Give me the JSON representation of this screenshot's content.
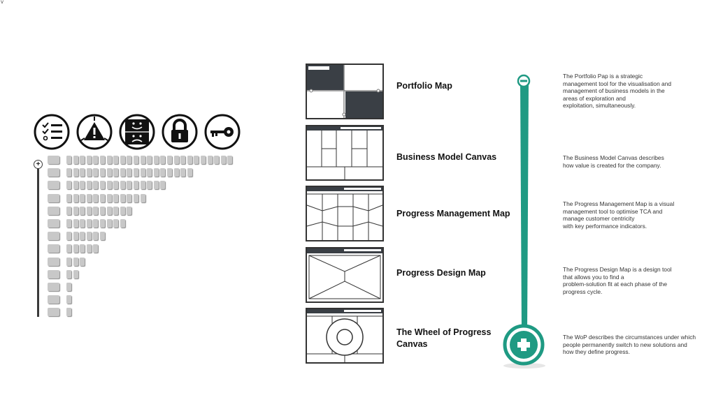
{
  "corner_mark": "v",
  "icons": [
    {
      "name": "checklist-icon"
    },
    {
      "name": "warning-icon"
    },
    {
      "name": "happy-sad-face-icon"
    },
    {
      "name": "lock-icon"
    },
    {
      "name": "key-icon"
    }
  ],
  "grid": {
    "rows": [
      25,
      19,
      15,
      12,
      10,
      9,
      6,
      5,
      3,
      2,
      1,
      1,
      1
    ]
  },
  "tools": [
    {
      "title": "Portfolio Map",
      "description_lines": [
        "The Portfolio Pap is a strategic",
        "management tool for the visualisation and",
        "management of business models in the",
        "areas of exploration and",
        "exploitation, simultaneously."
      ]
    },
    {
      "title": "Business Model Canvas",
      "description_lines": [
        "The Business Model Canvas describes",
        "how value is created for the company."
      ]
    },
    {
      "title": "Progress Management Map",
      "description_lines": [
        "The Progress Management Map is a visual",
        "management tool to optimise TCA and",
        "manage customer centricity",
        "with key performance indicators."
      ]
    },
    {
      "title": "Progress Design Map",
      "description_lines": [
        "The Progress Design Map is a design tool",
        "that allows you to find a",
        "problem-solution fit at each phase of the",
        "progress cycle."
      ]
    },
    {
      "title_lines": [
        "The Wheel of Progress",
        "Canvas"
      ],
      "description_lines": [
        "The WoP describes the circumstances under which",
        "people permanently switch to new solutions and",
        "how they define progress."
      ]
    }
  ],
  "timeline": {
    "color": "#1f9a83",
    "top_icon": "minus-icon",
    "bottom_icon": "plus-icon"
  }
}
